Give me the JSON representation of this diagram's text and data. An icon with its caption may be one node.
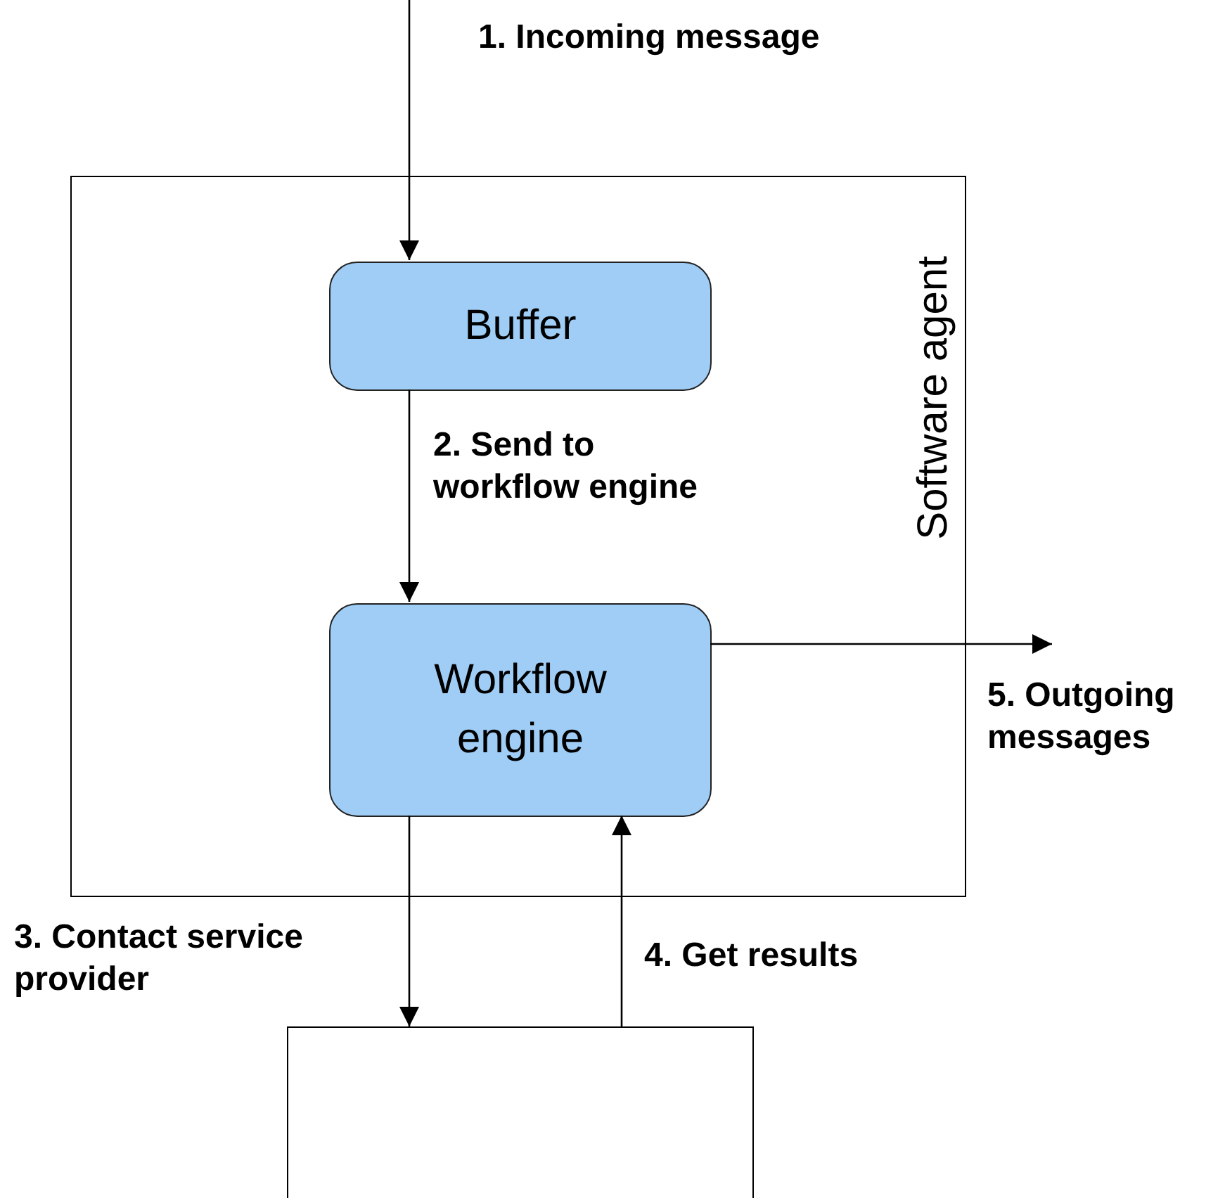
{
  "diagram": {
    "nodes": [
      {
        "text": [
          "Software agent"
        ]
      },
      {
        "text": [
          "Buffer"
        ],
        "in": 0
      },
      {
        "text": [
          "Workflow engine"
        ],
        "in": 0
      },
      {
        "text": [],
        "shape": "box"
      }
    ],
    "edges": [
      {
        "from": null,
        "to": 1,
        "arrow": "to",
        "label": "1. Incoming message"
      },
      {
        "from": 1,
        "to": 2,
        "arrow": "to",
        "label": "2. Send to workflow engine"
      },
      {
        "from": 2,
        "to": 3,
        "arrow": "to",
        "label": "3. Contact service provider"
      },
      {
        "from": 3,
        "to": 2,
        "arrow": "to",
        "label": "4. Get results"
      },
      {
        "from": 2,
        "to": null,
        "arrow": "to",
        "label": "5. Outgoing messages"
      }
    ]
  }
}
